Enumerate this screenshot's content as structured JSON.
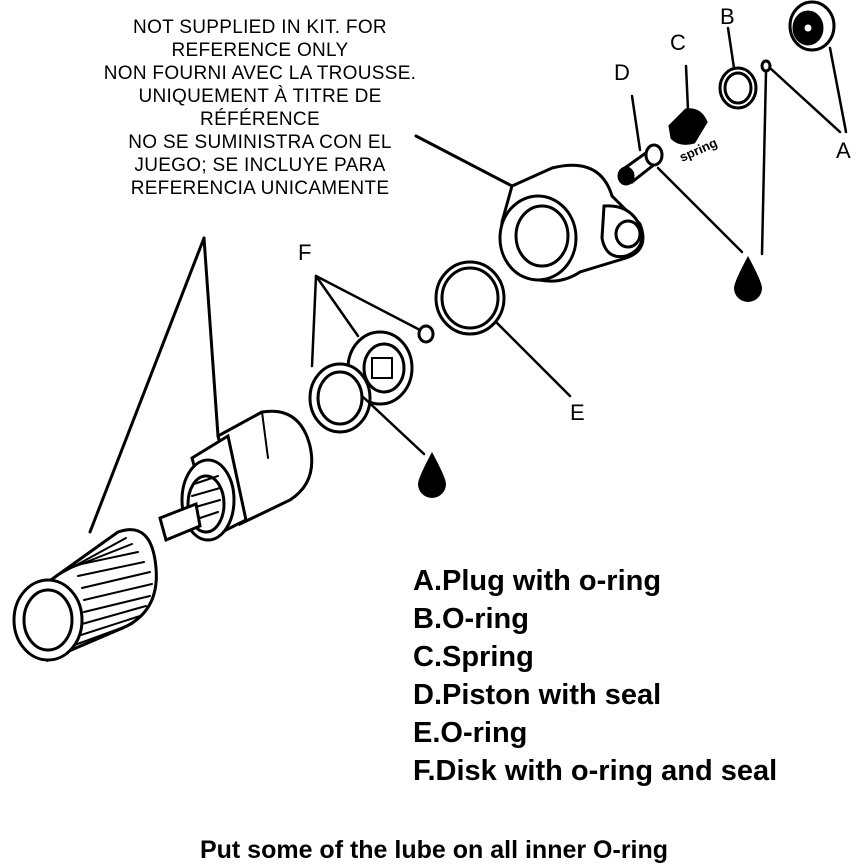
{
  "note_lines": [
    "NOT SUPPLIED IN KIT. FOR",
    "REFERENCE ONLY",
    "NON FOURNI AVEC LA TROUSSE.",
    "UNIQUEMENT À TITRE DE",
    "RÉFÉRENCE",
    "NO SE SUMINISTRA CON EL",
    "JUEGO; SE INCLUYE PARA",
    "REFERENCIA UNICAMENTE"
  ],
  "callouts": {
    "a": "A",
    "b": "B",
    "c": "C",
    "d": "D",
    "e": "E",
    "f": "F"
  },
  "spring_label": "spring",
  "legend": [
    "A.Plug with o-ring",
    "B.O-ring",
    "C.Spring",
    "D.Piston with seal",
    "E.O-ring",
    "F.Disk with o-ring and seal"
  ],
  "footer": "Put some of the lube on all inner O-ring"
}
